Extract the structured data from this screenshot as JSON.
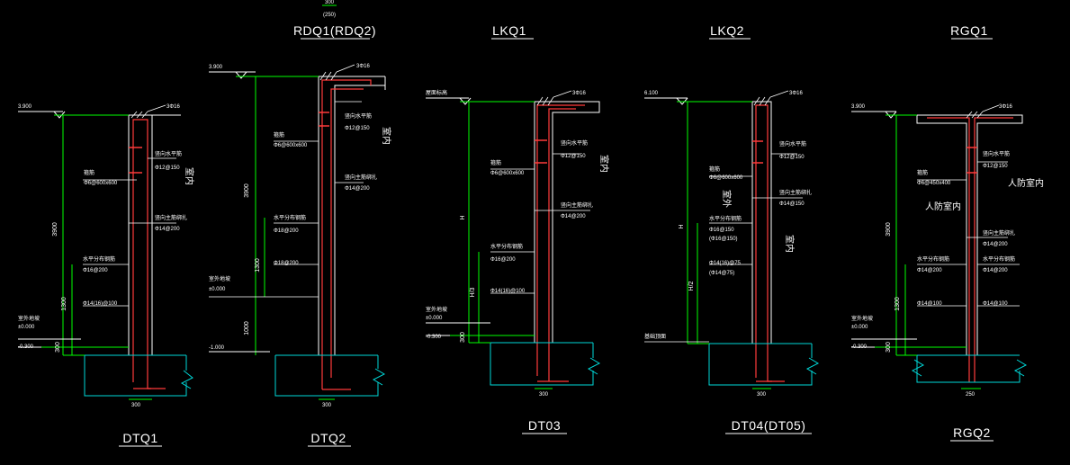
{
  "colors": {
    "background": "#000000",
    "wall_outline": "#ffffff",
    "rebar": "#ff3b3b",
    "dimension": "#00ff00",
    "foundation": "#00d8d8",
    "text": "#ffffff"
  },
  "top_labels": {
    "dim_300": "300",
    "dim_250": "(250)",
    "rdq": "RDQ1(RDQ2)",
    "lkq": "LKQ1",
    "lkq2": "LKQ2",
    "rgq": "RGQ1"
  },
  "bottom_labels": {
    "dtq1": "DTQ1",
    "dtq2": "DTQ2",
    "dt03": "DT03",
    "dt04": "DT04(DT05)",
    "rgq2": "RGQ2"
  },
  "section1": {
    "elev_top": "3.900",
    "rebar_top": "3Φ16",
    "stirrup": "箍筋",
    "stirrup_spec": "Φ6@600x600",
    "horiz": "竖向水平筋",
    "horiz_spec": "Φ12@150",
    "room": "室内",
    "vert": "竖向主筋绑扎",
    "vert_spec": "Φ14@200",
    "dist": "水平分布钢筋",
    "dist_spec": "Φ16@200",
    "bot_spec": "Φ14(16)@100",
    "ground": "室外地坡",
    "elev_zero": "±0.000",
    "elev_neg": "-0.300",
    "dim_3900": "3900",
    "dim_1300": "1300",
    "dim_300v": "300",
    "width": "300"
  },
  "section2": {
    "elev_top": "3.900",
    "rebar_top": "3Φ16",
    "horiz": "竖向水平筋",
    "horiz_spec": "Φ12@150",
    "room": "室内",
    "stirrup": "箍筋",
    "stirrup_spec": "Φ6@600x600",
    "vert": "竖向主筋绑扎",
    "vert_spec": "Φ14@200",
    "dist": "水平分布钢筋",
    "dist_spec": "Φ18@200",
    "dist_spec2": "Φ18@200",
    "ground": "室外地坡",
    "elev_zero": "±0.000",
    "elev_neg": "-1.000",
    "dim_3900": "3900",
    "dim_1300": "1300",
    "dim_1000": "1000",
    "width": "300"
  },
  "section3": {
    "elev_top": "屋面标高",
    "rebar_top": "3Φ16",
    "horiz": "竖向水平筋",
    "horiz_spec": "Φ12@150",
    "room": "室内",
    "stirrup": "箍筋",
    "stirrup_spec": "Φ6@600x600",
    "vert": "竖向主筋绑扎",
    "vert_spec": "Φ14@200",
    "dist": "水平分布钢筋",
    "dist_spec": "Φ16@200",
    "bot_spec": "Φ14(16)@100",
    "ground": "室外地坡",
    "elev_zero": "±0.000",
    "elev_neg": "-0.300",
    "dim_h": "H",
    "dim_h3": "H/3",
    "dim_300v": "300",
    "width": "300"
  },
  "section4": {
    "elev_top": "6.100",
    "rebar_top": "3Φ16",
    "horiz": "竖向水平筋",
    "horiz_spec": "Φ12@150",
    "stirrup": "箍筋",
    "stirrup_spec": "Φ6@600x600",
    "outdoor": "室外",
    "vert": "竖向主筋绑扎",
    "vert_spec": "Φ14@150",
    "room": "室内",
    "dist": "水平分布钢筋",
    "dist_spec": "Φ16@150",
    "dist_spec_b": "(Φ16@150)",
    "bot_spec": "Φ14(16)@75",
    "bot_spec_b": "(Φ14@75)",
    "ground": "基础顶面",
    "dim_h": "H",
    "dim_h2": "H/2",
    "width": "300"
  },
  "section5": {
    "elev_top": "3.900",
    "rebar_top": "3Φ16",
    "horiz": "竖向水平筋",
    "horiz_spec": "Φ12@150",
    "stirrup": "箍筋",
    "stirrup_spec": "Φ6@450x400",
    "room_a": "人防室内",
    "room_b": "人防室内",
    "vert": "竖向主筋绑扎",
    "vert_spec": "Φ14@200",
    "dist": "水平分布钢筋",
    "dist_spec": "Φ14@200",
    "dist_spec_r": "Φ14@200",
    "bot_spec": "Φ14@100",
    "bot_spec_r": "Φ14@100",
    "ground": "室外地坡",
    "elev_zero": "±0.000",
    "elev_neg": "-0.300",
    "dim_3900": "3900",
    "dim_1300": "1300",
    "dim_300v": "300",
    "width": "250"
  }
}
